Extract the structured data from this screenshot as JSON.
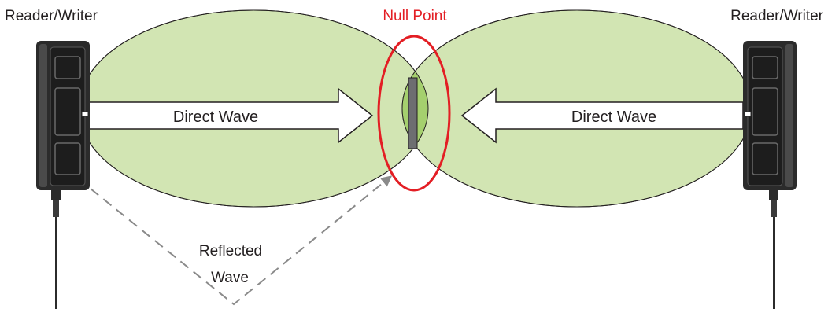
{
  "labels": {
    "left_device": "Reader/Writer",
    "right_device": "Reader/Writer",
    "null_point": "Null Point",
    "left_arrow": "Direct Wave",
    "right_arrow": "Direct Wave",
    "reflected_line1": "Reflected",
    "reflected_line2": "Wave"
  },
  "colors": {
    "field_fill": "#d2e5b3",
    "overlap_fill": "#a5d06e",
    "outline": "#231f20",
    "null_ring": "#e31e24",
    "null_text": "#e31e24",
    "tag": "#6d6e71",
    "reflected_line": "#8a8a8a",
    "device": "#2b2b2b"
  },
  "icons": {
    "left_device": "reader-writer-device-icon",
    "right_device": "reader-writer-device-icon",
    "tag": "rfid-tag-icon"
  }
}
